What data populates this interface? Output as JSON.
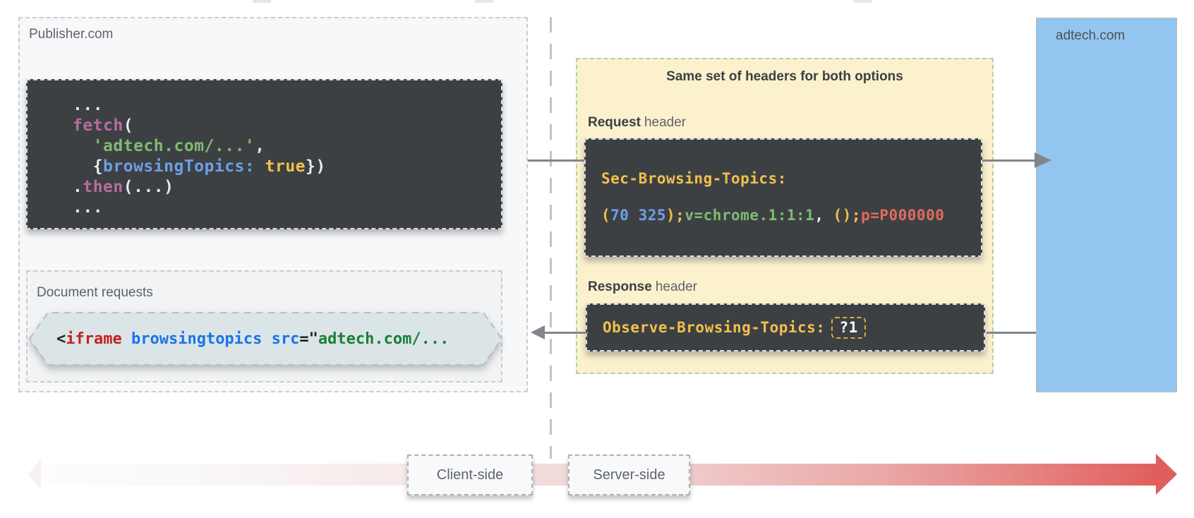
{
  "publisher": {
    "label": "Publisher.com",
    "code_lines": [
      [
        {
          "t": "...",
          "c": "white"
        }
      ],
      [
        {
          "t": "fetch",
          "c": "pink"
        },
        {
          "t": "(",
          "c": "white"
        }
      ],
      [
        {
          "t": "  ",
          "c": "white"
        },
        {
          "t": "'adtech.com/...'",
          "c": "green"
        },
        {
          "t": ",",
          "c": "white"
        }
      ],
      [
        {
          "t": "  {",
          "c": "white"
        },
        {
          "t": "browsingTopics",
          "c": "blue"
        },
        {
          "t": ": ",
          "c": "blue"
        },
        {
          "t": "true",
          "c": "yellow"
        },
        {
          "t": "})",
          "c": "white"
        }
      ],
      [
        {
          "t": ".",
          "c": "white"
        },
        {
          "t": "then",
          "c": "pink"
        },
        {
          "t": "(...)",
          "c": "white"
        }
      ],
      [
        {
          "t": "...",
          "c": "white"
        }
      ]
    ],
    "document_requests": {
      "label": "Document requests",
      "code_segments": [
        {
          "t": "<",
          "c": "dark"
        },
        {
          "t": "iframe",
          "c": "dkred"
        },
        {
          "t": " ",
          "c": "dark"
        },
        {
          "t": "browsingtopics",
          "c": "dkblue"
        },
        {
          "t": " ",
          "c": "dark"
        },
        {
          "t": "src",
          "c": "dkblue"
        },
        {
          "t": "=\"",
          "c": "dark"
        },
        {
          "t": "adtech.com/...",
          "c": "dkgreen"
        }
      ]
    }
  },
  "headers_panel": {
    "title": "Same set of headers for both options",
    "request_label": {
      "bold": "Request",
      "rest": "header"
    },
    "request_code": {
      "name": "Sec-Browsing-Topics:",
      "value_segments": [
        {
          "t": "(",
          "c": "yellow"
        },
        {
          "t": "70 325",
          "c": "blue"
        },
        {
          "t": ");",
          "c": "yellow"
        },
        {
          "t": "v=chrome.1:1:1",
          "c": "green"
        },
        {
          "t": ", ",
          "c": "white"
        },
        {
          "t": "()",
          "c": "yellow"
        },
        {
          "t": ";",
          "c": "yellow"
        },
        {
          "t": "p=P000000",
          "c": "red"
        }
      ]
    },
    "response_label": {
      "bold": "Response",
      "rest": "header"
    },
    "response_code": {
      "name": "Observe-Browsing-Topics:",
      "value": "?1"
    }
  },
  "adtech": {
    "label": "adtech.com"
  },
  "timeline": {
    "client": "Client-side",
    "server": "Server-side"
  },
  "palette": {
    "headers_panel_bg": "#fbf1cd",
    "headers_panel_border": "#a9d4a4",
    "adtech_bg": "#92c6f0",
    "dark_code_bg": "#3d4043",
    "code_yellow": "#f2c04d",
    "code_blue": "#6d9fe8",
    "code_green": "#80bb72",
    "code_red": "#e06b5f",
    "code_pink": "#b76d9d",
    "timeline_red": "#e05f5c",
    "arrow_gray": "#80868b"
  }
}
